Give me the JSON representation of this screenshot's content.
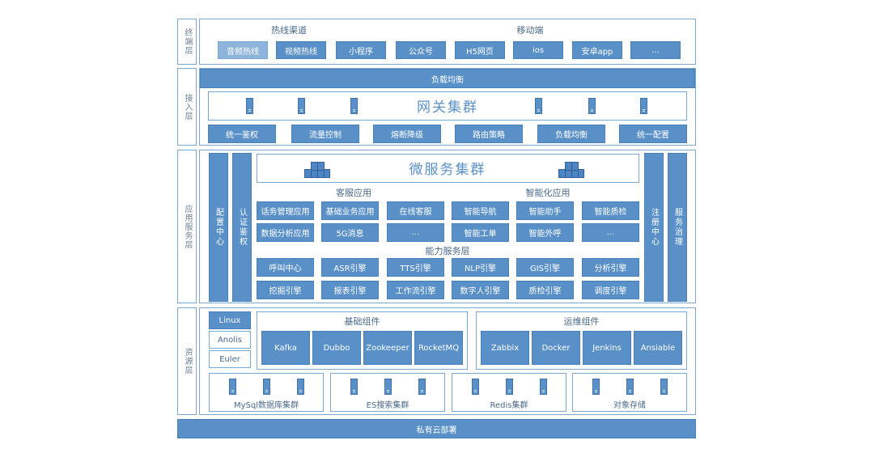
{
  "layers": {
    "terminal": "终端层",
    "access": "接入层",
    "app": "应用服务层",
    "resource": "资源层"
  },
  "terminal": {
    "group1_title": "热线渠道",
    "group2_title": "移动端",
    "items": [
      "音频热线",
      "视频热线",
      "小程序",
      "公众号",
      "H5网页",
      "ios",
      "安卓app",
      "..."
    ]
  },
  "access": {
    "lb_bar": "负载均衡",
    "gateway_title": "网关集群",
    "items": [
      "统一鉴权",
      "流量控制",
      "熔断降级",
      "路由策略",
      "负载均衡",
      "统一配置"
    ]
  },
  "app": {
    "left1": "配置中心",
    "left2": "认证鉴权",
    "right1": "注册中心",
    "right2": "服务治理",
    "micro_title": "微服务集群",
    "cs_title": "客服应用",
    "smart_title": "智能化应用",
    "row1": [
      "话务管理应用",
      "基础业务应用",
      "在线客服",
      "智能导航",
      "智能助手",
      "智能质检"
    ],
    "row2": [
      "数据分析应用",
      "5G消息",
      "...",
      "智能工单",
      "智能外呼",
      "..."
    ],
    "capability_title": "能力服务层",
    "row3": [
      "呼叫中心",
      "ASR引擎",
      "TTS引擎",
      "NLP引擎",
      "GIS引擎",
      "分析引擎"
    ],
    "row4": [
      "挖掘引擎",
      "报表引擎",
      "工作流引擎",
      "数字人引擎",
      "质检引擎",
      "调度引擎"
    ]
  },
  "resource": {
    "os": [
      "Linux",
      "Anolis",
      "Euler"
    ],
    "basic_title": "基础组件",
    "basic_items": [
      "Kafka",
      "Dubbo",
      "Zookeeper",
      "RocketMQ"
    ],
    "ops_title": "运维组件",
    "ops_items": [
      "Zabbix",
      "Docker",
      "Jenkins",
      "Ansiable"
    ],
    "clusters": [
      "MySql数据库集群",
      "ES搜索集群",
      "Redis集群",
      "对象存储"
    ]
  },
  "footer": "私有云部署",
  "colors": {
    "accent": "#5a90c8",
    "border": "#7ea6cf",
    "pale": "#8fb4dc"
  }
}
